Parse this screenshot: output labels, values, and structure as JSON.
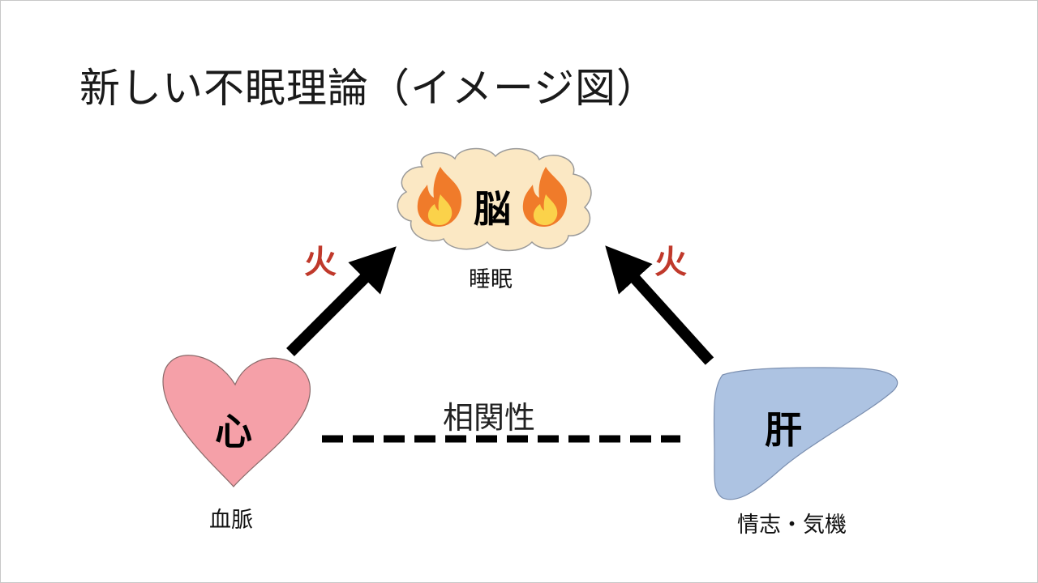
{
  "title": "新しい不眠理論（イメージ図）",
  "colors": {
    "fire_text": "#c0392b",
    "cloud_fill": "#fbe8c4",
    "heart_fill": "#f5a0a8",
    "liver_fill": "#adc3e2",
    "flame_outer": "#f07b2a",
    "flame_inner": "#fbd24a",
    "arrow": "#000000"
  },
  "brain": {
    "organ_label": "脳",
    "function_label": "睡眠",
    "icons": [
      "flame-icon",
      "flame-icon"
    ]
  },
  "heart": {
    "organ_label": "心",
    "function_label": "血脈"
  },
  "liver": {
    "organ_label": "肝",
    "function_label": "情志・気機"
  },
  "arrows": {
    "left_label": "火",
    "right_label": "火"
  },
  "relation": {
    "label": "相関性",
    "line_style": "dashed"
  }
}
